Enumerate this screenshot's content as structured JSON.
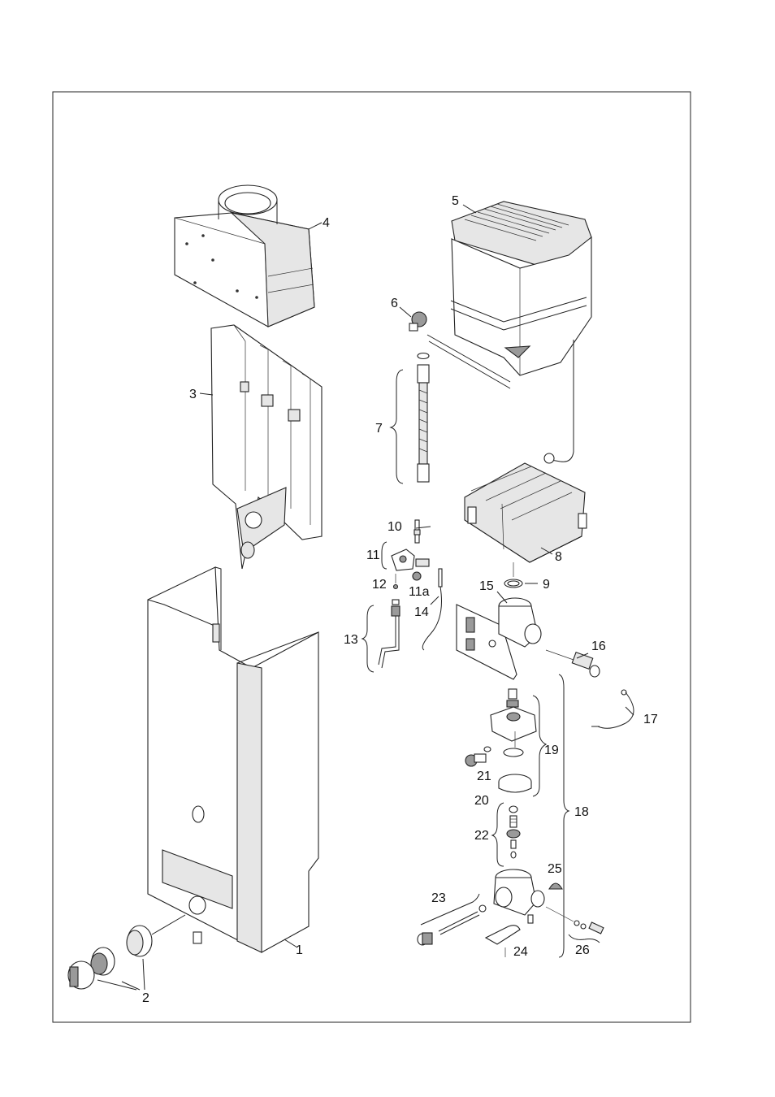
{
  "diagram": {
    "labels": {
      "l1": "1",
      "l2": "2",
      "l3": "3",
      "l4": "4",
      "l5": "5",
      "l6": "6",
      "l7": "7",
      "l8": "8",
      "l9": "9",
      "l10": "10",
      "l11": "11",
      "l11a": "11a",
      "l12": "12",
      "l13": "13",
      "l14": "14",
      "l15": "15",
      "l16": "16",
      "l17": "17",
      "l18": "18",
      "l19": "19",
      "l20": "20",
      "l21": "21",
      "l22": "22",
      "l23": "23",
      "l24": "24",
      "l25": "25",
      "l26": "26"
    }
  }
}
